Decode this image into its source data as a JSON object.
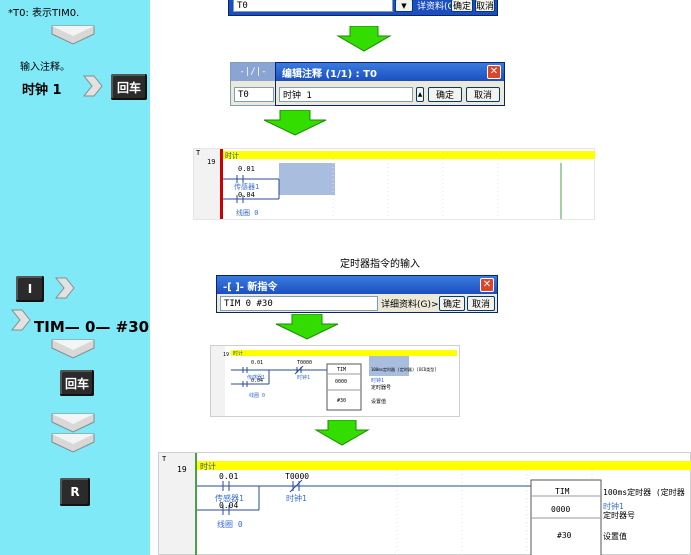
{
  "sidebar": {
    "note_t0": "*T0: 表示TIM0.",
    "enter_comment": "输入注释。",
    "clock_label": "时钟 1",
    "enter_key": "回车",
    "i_key": "I",
    "tim_instruction": "TIM— 0— #30",
    "enter_key_2": "回车",
    "r_key": "R"
  },
  "top_partial_dialog": {
    "input_value": "T0",
    "detail_btn": "详资料(G)",
    "ok_btn": "确定",
    "cancel_btn": "取消"
  },
  "edit_comment_dialog": {
    "left_label": "-|/|-",
    "title": "编辑注释 (1/1) : T0",
    "address": "T0",
    "comment_value": "时钟 1",
    "ok_btn": "确定",
    "cancel_btn": "取消"
  },
  "ladder1": {
    "gutter_mark": "T",
    "rung": "19",
    "comment": "时计",
    "c1_addr": "0.01",
    "c1_label": "传感器1",
    "c2_addr": "0.04",
    "c2_label": "线圈 0"
  },
  "timer_caption": "定时器指令的输入",
  "new_instr_dialog": {
    "title": "-[ ]- 新指令",
    "input_value": "TIM 0 #30",
    "detail_link": "详细资料(G)>>",
    "ok_btn": "确定",
    "cancel_btn": "取消"
  },
  "ladder2": {
    "rung": "19",
    "comment": "时计",
    "c1_addr": "0.01",
    "c1_label": "传感器1",
    "c2_addr": "T0000",
    "c2_label": "时钟1",
    "c3_addr": "0.04",
    "c3_label": "线圈 0",
    "box_title": "TIM",
    "box_num": "0000",
    "box_set": "#30",
    "side1": "100ms定时器 (定时器) [BCD类型]",
    "side2": "时钟1",
    "side3": "定时器号",
    "side4": "设置值"
  },
  "ladder3": {
    "gutter_mark": "T",
    "rung": "19",
    "comment": "时计",
    "c1_addr": "0.01",
    "c1_label": "传感器1",
    "c2_addr": "T0000",
    "c2_label": "时钟1",
    "c3_addr": "0.04",
    "c3_label": "线圈 0",
    "box_title": "TIM",
    "box_num": "0000",
    "box_set": "#30",
    "side1": "100ms定时器 (定时器",
    "side2": "时钟1",
    "side3": "定时器号",
    "side4": "设置值"
  },
  "colors": {
    "sidebar": "#7fe9f7",
    "arrow": "#33dd00",
    "highlight": "#ffff00",
    "title_blue": "#1b4fbf"
  }
}
